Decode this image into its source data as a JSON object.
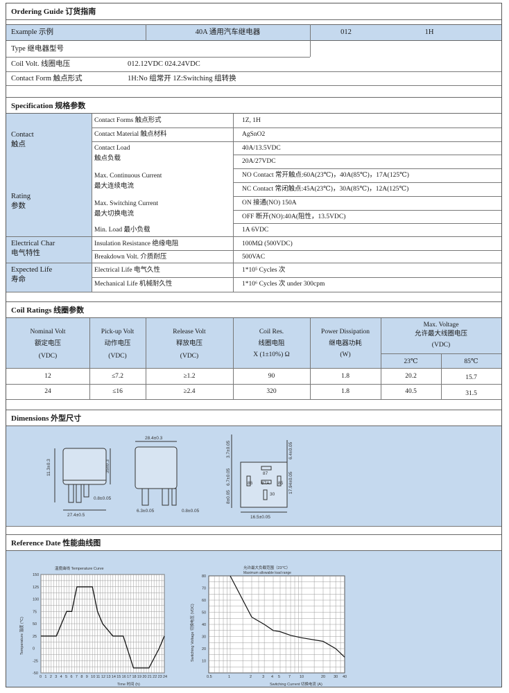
{
  "ordering": {
    "title": "Ordering Guide 订货指南",
    "example_label": "Example 示例",
    "example_desc": "40A 通用汽车继电器",
    "example_code1": "012",
    "example_code2": "1H",
    "type_label": "Type 继电器型号",
    "coil_label": "Coil Volt. 线圈电压",
    "coil_value": "012.12VDC  024.24VDC",
    "contact_label": "Contact Form 触点形式",
    "contact_value": "1H:No    组常开   1Z:Switching    组转换"
  },
  "spec": {
    "title": "Specification 规格参数",
    "g_contact_en": "Contact",
    "g_contact_cn": "触点",
    "g_rating_en": "Rating",
    "g_rating_cn": "参数",
    "g_elec_en": "Electrical Char",
    "g_elec_cn": "电气特性",
    "g_life_en": "Expected Life",
    "g_life_cn": "寿命",
    "r1_label": "Contact Forms 触点形式",
    "r1_value": "1Z, 1H",
    "r2_label": "Contact Material 触点材料",
    "r2_value": "AgSnO2",
    "r3_label_en": "Contact Load",
    "r3_label_cn": "触点负载",
    "r3_v1": "40A/13.5VDC",
    "r3_v2": "20A/27VDC",
    "r4_label_en": "Max. Continuous Current",
    "r4_label_cn": "最大连续电流",
    "r4_v1": "NO Contact 常开触点:60A(23℃)，40A(85℃)，17A(125℃)",
    "r4_v2": "NC Contact 常闭触点:45A(23℃)，30A(85℃)，12A(125℃)",
    "r5_label_en": "Max. Switching Current",
    "r5_label_cn": "最大切换电流",
    "r5_v1": "ON 接通(NO) 150A",
    "r5_v2": "OFF 断开(NO):40A(阻性，13.5VDC)",
    "r6_label": "Min. Load 最小负载",
    "r6_value": "1A 6VDC",
    "r7_label": "Insulation Resistance 绝缘电阻",
    "r7_value": "100MΩ (500VDC)",
    "r8_label": "Breakdown Volt. 介质耐压",
    "r8_value": "500VAC",
    "r9_label": "Electrical Life 电气久性",
    "r9_value": "1*10⁵ Cycles 次",
    "r10_label": "Mechanical Life 机械耐久性",
    "r10_value": "1*10⁶ Cycles 次 under 300cpm"
  },
  "coil": {
    "title": "Coil Ratings 线圈参数",
    "h1_en": "Nominal Volt",
    "h1_cn": "额定电压",
    "h1_unit": "(VDC)",
    "h2_en": "Pick-up Volt",
    "h2_cn": "动作电压",
    "h2_unit": "(VDC)",
    "h3_en": "Release Volt",
    "h3_cn": "释放电压",
    "h3_unit": "(VDC)",
    "h4_en": "Coil Res.",
    "h4_cn": "线圈电阻",
    "h4_unit": "X (1±10%) Ω",
    "h5_en": "Power Dissipation",
    "h5_cn": "继电器功耗",
    "h5_unit": "(W)",
    "h6_en": "Max. Voltage",
    "h6_cn": "允许最大线圈电压",
    "h6_unit": "(VDC)",
    "h6_sub1": "23℃",
    "h6_sub2": "85℃",
    "row1": [
      "12",
      "≤7.2",
      "≥1.2",
      "90",
      "1.8",
      "20.2",
      "15.7"
    ],
    "row2": [
      "24",
      "≤16",
      "≥2.4",
      "320",
      "1.8",
      "40.5",
      "31.5"
    ]
  },
  "dims": {
    "title": "Dimensions 外型尺寸",
    "d1": "11.3±0.3",
    "d2": "35±0.3",
    "d3": "0.8±0.05",
    "d4": "27.4±0.5",
    "d5": "28.4±0.3",
    "d6": "6.3±0.05",
    "d7": "0.8±0.05",
    "d8": "3.7±0.05",
    "d9": "6.4±0.05",
    "d10": "17.94±0.05",
    "d11": "6.7±0.05",
    "d12": "8±0.05",
    "d13": "16.5±0.05",
    "pins": [
      "87",
      "86",
      "87A",
      "85",
      "30"
    ]
  },
  "ref": {
    "title": "Reference Date 性能曲线图",
    "chart1_title": "温度曲线  Temperature Curve",
    "chart1_ylabel": "Temperature 温度 (℃)",
    "chart1_xlabel": "Time 时间 (h)",
    "chart2_title": "允许最大负载范围（23℃）",
    "chart2_subtitle": "Maximum allowable load range",
    "chart2_ylabel": "Switching Voltage 切换电压 (VDC)",
    "chart2_xlabel": "Switching Current 切换电流 (A)"
  },
  "chart_data": [
    {
      "type": "line",
      "title": "温度曲线  Temperature Curve",
      "xlabel": "Time 时间 (h)",
      "ylabel": "Temperature 温度 (℃)",
      "x": [
        0,
        2,
        3,
        4,
        5,
        6,
        7,
        9,
        10,
        11,
        12,
        14,
        15,
        16,
        18,
        19,
        20,
        21,
        23,
        24
      ],
      "y": [
        25,
        25,
        25,
        50,
        75,
        75,
        125,
        125,
        125,
        75,
        50,
        25,
        25,
        25,
        -40,
        -40,
        -40,
        -40,
        0,
        25
      ],
      "xlim": [
        0,
        24
      ],
      "ylim": [
        -50,
        150
      ],
      "xticks": [
        0,
        1,
        2,
        3,
        4,
        5,
        6,
        7,
        8,
        9,
        10,
        11,
        12,
        13,
        14,
        15,
        16,
        17,
        18,
        19,
        20,
        21,
        22,
        23,
        24
      ],
      "yticks": [
        -50,
        -25,
        0,
        25,
        50,
        75,
        100,
        125,
        150
      ],
      "grid": true
    },
    {
      "type": "line",
      "title": "允许最大负载范围（23℃）",
      "subtitle": "Maximum allowable load range",
      "xlabel": "Switching Current 切换电流 (A)",
      "ylabel": "Switching Voltage 切换电压 (VDC)",
      "x": [
        1,
        2,
        3,
        4,
        5,
        7,
        10,
        20,
        30,
        40
      ],
      "y": [
        80,
        46,
        40,
        35,
        34,
        31,
        29,
        26,
        20,
        13
      ],
      "xscale": "log",
      "xlim": [
        0.5,
        40
      ],
      "ylim": [
        0,
        80
      ],
      "xticks": [
        "0.5",
        "1",
        "2",
        "3",
        "4",
        "5",
        "7",
        "10",
        "20",
        "30",
        "40"
      ],
      "yticks": [
        10,
        20,
        30,
        40,
        50,
        60,
        70,
        80
      ],
      "grid": true
    }
  ]
}
